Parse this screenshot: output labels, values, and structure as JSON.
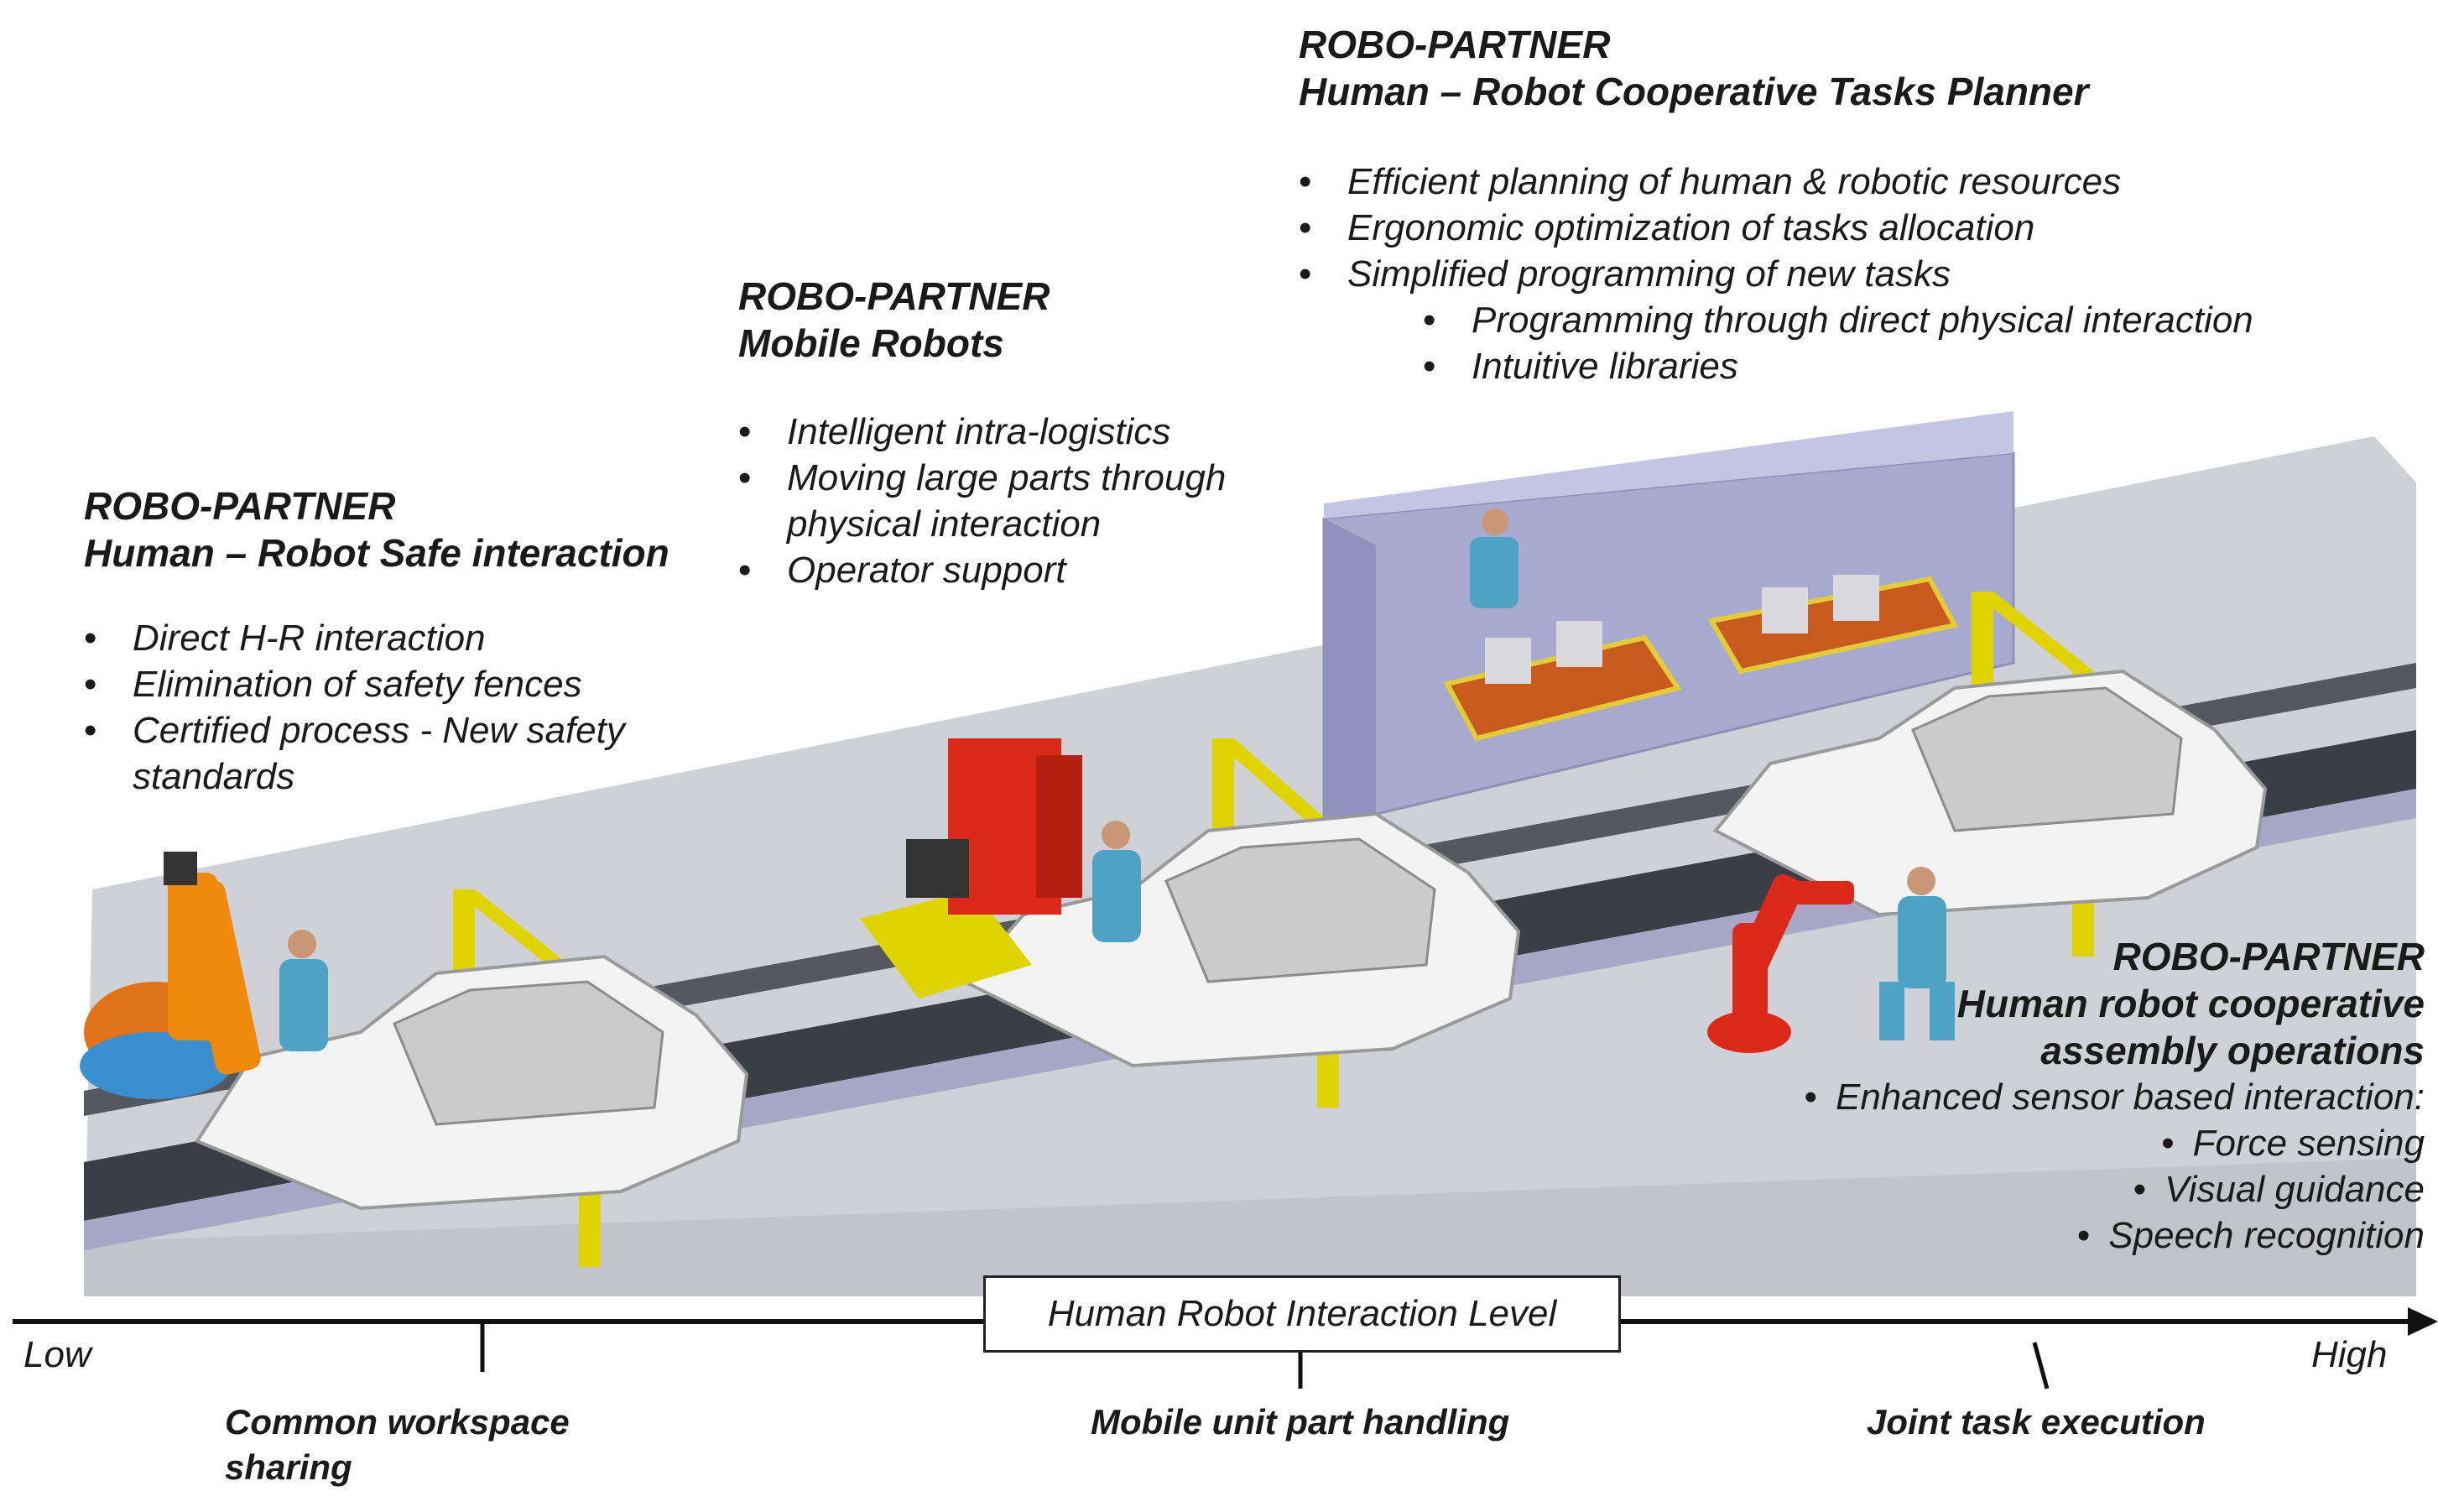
{
  "blocks": {
    "safe_interaction": {
      "brand": "ROBO-PARTNER",
      "title": "Human – Robot Safe interaction",
      "items": [
        "Direct H-R interaction",
        "Elimination of safety fences",
        "Certified process - New safety standards"
      ]
    },
    "mobile_robots": {
      "brand": "ROBO-PARTNER",
      "title": "Mobile Robots",
      "items": [
        "Intelligent intra-logistics",
        "Moving large parts through physical interaction",
        "Operator support"
      ]
    },
    "tasks_planner": {
      "brand": "ROBO-PARTNER",
      "title": "Human – Robot Cooperative Tasks Planner",
      "items": [
        "Efficient planning of human & robotic resources",
        "Ergonomic optimization of tasks allocation",
        "Simplified programming of new tasks"
      ],
      "subitems": [
        "Programming through direct physical interaction",
        "Intuitive libraries"
      ]
    },
    "cooperative_assembly": {
      "brand": "ROBO-PARTNER",
      "title_line1": "Human robot cooperative",
      "title_line2": "assembly operations",
      "items": [
        "Enhanced sensor based interaction:"
      ],
      "subitems": [
        "Force sensing",
        "Visual guidance",
        "Speech recognition"
      ]
    }
  },
  "axis": {
    "title": "Human Robot Interaction Level",
    "low": "Low",
    "high": "High",
    "stages": [
      "Common workspace sharing",
      "Mobile unit part handling",
      "Joint task execution"
    ]
  },
  "colors": {
    "floor": "#cfd1d6",
    "conveyor": "#3b3e44",
    "track": "#a9a6c8",
    "gantry": "#e0d400",
    "control_room": "#b2b4d6",
    "robot_orange": "#f08a0c",
    "robot_red": "#dc2a1a",
    "worker": "#4ea2c4",
    "car_body": "#f3f3f3"
  }
}
